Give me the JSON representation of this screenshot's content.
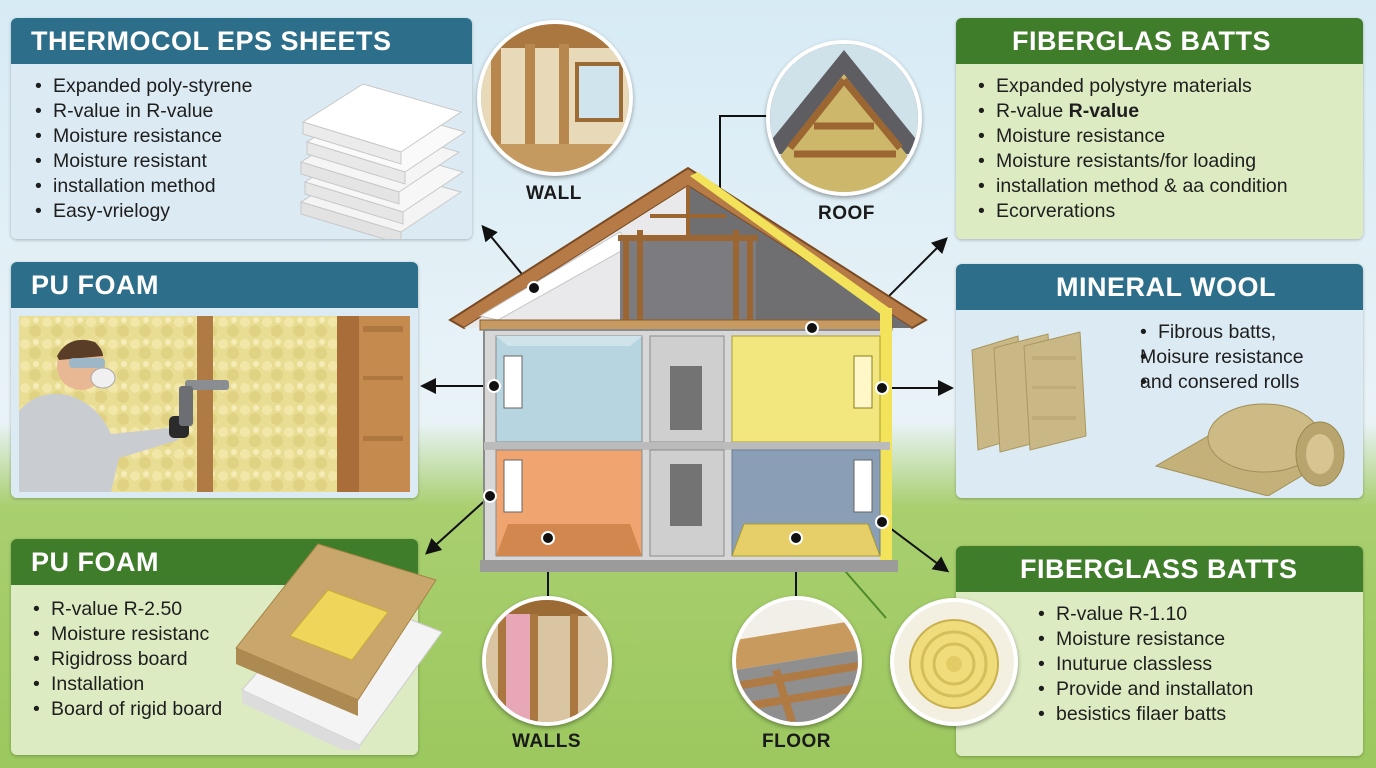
{
  "panels": {
    "eps": {
      "title": "THERMOCOL EPS SHEETS",
      "items": [
        "Expanded poly-styrene",
        "R-value in R-value",
        "Moisture resistance",
        "Moisture resistant",
        "installation method",
        "Easy-vrielogy"
      ]
    },
    "pu_top": {
      "title": "PU FOAM"
    },
    "pu_bottom": {
      "title": "PU FOAM",
      "items": [
        "R-value R-2.50",
        "Moisture resistanc",
        "Rigidross board",
        "Installation",
        "Board of rigid board"
      ]
    },
    "fiberglas_top": {
      "title": "FIBERGLAS BATTS",
      "items": [
        "Expanded polystyre materials",
        "R-value",
        "Moisture resistance",
        "Moisture resistants/for loading",
        "installation method & aa condition",
        "Ecorverations"
      ],
      "item2_bold": "R-value"
    },
    "mineral": {
      "title": "MINERAL WOOL",
      "items": [
        "Fibrous batts,",
        "Moisure resistance",
        "and consered rolls"
      ]
    },
    "fiberglass_bottom": {
      "title": "FIBERGLASS BATTS",
      "items": [
        "R-value R-1.10",
        "Moisture resistance",
        "Inuturue classless",
        "Provide and installaton",
        "besistics filaer batts"
      ]
    }
  },
  "circles": {
    "wall": "WALL",
    "roof": "ROOF",
    "walls": "WALLS",
    "floor": "FLOOR"
  },
  "colors": {
    "blue_header": "#2d6f8a",
    "green_header": "#3f7d2a",
    "insulation_yellow": "#f2e35a"
  }
}
